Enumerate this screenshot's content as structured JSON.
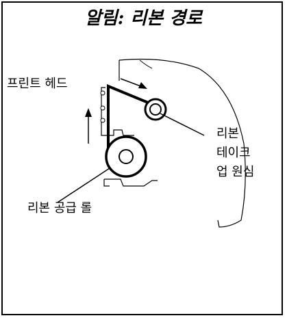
{
  "title": "알림: 리본 경로",
  "labels": {
    "print_head": "프린트 헤드",
    "takeup_line1": "리본",
    "takeup_line2": "테이크",
    "takeup_line3": "업 원심",
    "supply_roll": "리본 공급 롤"
  }
}
